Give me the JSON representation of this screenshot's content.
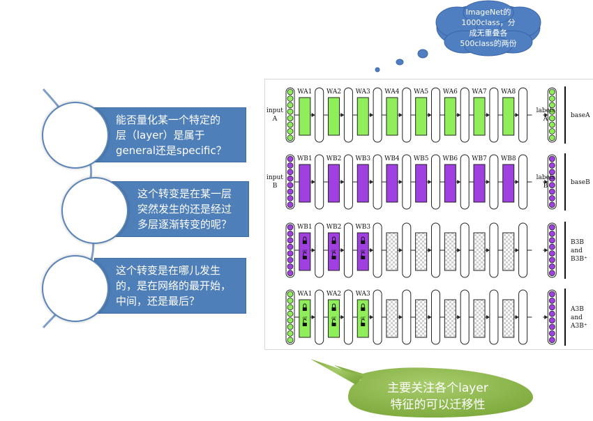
{
  "questions": [
    {
      "lines": [
        "能否量化某一个特定的",
        "层（layer）是属于",
        "general还是specific？"
      ]
    },
    {
      "lines": [
        "这个转变是在某一层",
        "突然发生的还是经过",
        "多层逐渐转变的呢？"
      ]
    },
    {
      "lines": [
        "这个转变是在哪儿发生",
        "的，是在网络的最开始，",
        "中间，还是最后？"
      ]
    }
  ],
  "cloud": {
    "lines": [
      "ImageNet的",
      "1000class，分",
      "成无重叠各",
      "500class的两份"
    ]
  },
  "bubble": {
    "lines": [
      "主要关注各个layer",
      "特征的可以迁移性"
    ]
  },
  "diagram": {
    "rows": [
      {
        "left_label": [
          "input",
          "A"
        ],
        "weights": [
          "WA1",
          "WA2",
          "WA3",
          "WA4",
          "WA5",
          "WA6",
          "WA7",
          "WA8"
        ],
        "right_label": [
          "labels",
          "A"
        ],
        "side_label": [
          "baseA"
        ],
        "color": "#90ee5a",
        "node_color": "#90ee5a",
        "style": "solid",
        "locked": 0
      },
      {
        "left_label": [
          "input",
          "B"
        ],
        "weights": [
          "WB1",
          "WB2",
          "WB3",
          "WB4",
          "WB5",
          "WB6",
          "WB7",
          "WB8"
        ],
        "right_label": [
          "labels",
          "B"
        ],
        "side_label": [
          "baseB"
        ],
        "color": "#a040e0",
        "node_color": "#a040e0",
        "style": "solid",
        "locked": 0
      },
      {
        "left_label": [],
        "weights": [
          "WB1",
          "WB2",
          "WB3",
          "",
          "",
          "",
          "",
          ""
        ],
        "right_label": [],
        "side_label": [
          "B3B",
          "and",
          "B3B⁺"
        ],
        "color": "#a040e0",
        "node_color": "#a040e0",
        "style": "transfer",
        "locked": 3,
        "lock_text": "or"
      },
      {
        "left_label": [],
        "weights": [
          "WA1",
          "WA2",
          "WA3",
          "",
          "",
          "",
          "",
          ""
        ],
        "right_label": [],
        "side_label": [
          "A3B",
          "and",
          "A3B⁺"
        ],
        "color": "#90ee5a",
        "node_color": "#90ee5a",
        "end_node_color": "#a040e0",
        "style": "transfer",
        "locked": 3,
        "lock_text": "or"
      }
    ]
  }
}
